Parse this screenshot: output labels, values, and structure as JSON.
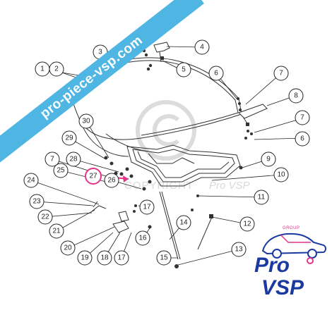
{
  "watermark": {
    "banner_text": "pro-piece-vsp.com",
    "copyright_symbol": "©",
    "copyright_text": "COPYRIGHT",
    "brand_text": "Pro VSP"
  },
  "logo": {
    "group_text": "GROUP",
    "line1": "Pro",
    "line2": "VSP"
  },
  "highlight_color": "#e4348a",
  "banner_color": "#4fb6e3",
  "callouts": [
    {
      "id": "c1",
      "label": "1"
    },
    {
      "id": "c2",
      "label": "2"
    },
    {
      "id": "c3",
      "label": "3"
    },
    {
      "id": "c4",
      "label": "4"
    },
    {
      "id": "c5",
      "label": "5"
    },
    {
      "id": "c6a",
      "label": "6"
    },
    {
      "id": "c7a",
      "label": "7"
    },
    {
      "id": "c8",
      "label": "8"
    },
    {
      "id": "c7b",
      "label": "7"
    },
    {
      "id": "c6b",
      "label": "6"
    },
    {
      "id": "c9",
      "label": "9"
    },
    {
      "id": "c10",
      "label": "10"
    },
    {
      "id": "c11",
      "label": "11"
    },
    {
      "id": "c12",
      "label": "12"
    },
    {
      "id": "c13",
      "label": "13"
    },
    {
      "id": "c14",
      "label": "14"
    },
    {
      "id": "c15",
      "label": "15"
    },
    {
      "id": "c16",
      "label": "16"
    },
    {
      "id": "c17a",
      "label": "17"
    },
    {
      "id": "c17b",
      "label": "17"
    },
    {
      "id": "c18",
      "label": "18"
    },
    {
      "id": "c19",
      "label": "19"
    },
    {
      "id": "c20",
      "label": "20"
    },
    {
      "id": "c21",
      "label": "21"
    },
    {
      "id": "c22",
      "label": "22"
    },
    {
      "id": "c23",
      "label": "23"
    },
    {
      "id": "c24",
      "label": "24"
    },
    {
      "id": "c25",
      "label": "25"
    },
    {
      "id": "c26",
      "label": "26"
    },
    {
      "id": "c27",
      "label": "27"
    },
    {
      "id": "c28",
      "label": "28"
    },
    {
      "id": "c7c",
      "label": "7"
    },
    {
      "id": "c29",
      "label": "29"
    },
    {
      "id": "c30",
      "label": "30"
    }
  ]
}
